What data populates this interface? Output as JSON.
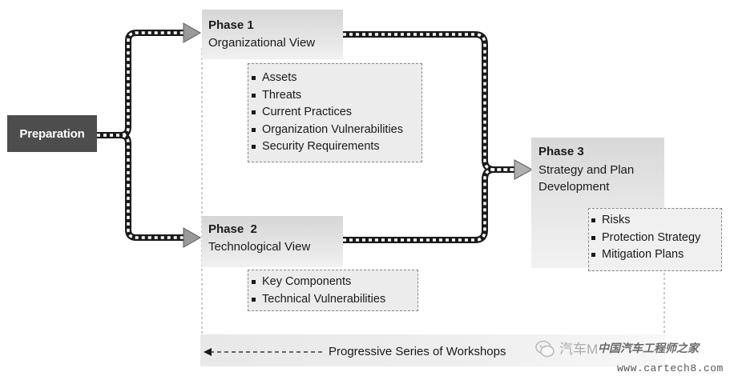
{
  "preparation": {
    "label": "Preparation"
  },
  "phase1": {
    "title": "Phase 1",
    "subtitle": "Organizational View",
    "items": [
      "Assets",
      "Threats",
      "Current Practices",
      "Organization Vulnerabilities",
      "Security Requirements"
    ]
  },
  "phase2": {
    "title": "Phase  2",
    "subtitle": "Technological View",
    "items": [
      "Key Components",
      "Technical Vulnerabilities"
    ]
  },
  "phase3": {
    "title": "Phase 3",
    "subtitle_line1": "Strategy and Plan",
    "subtitle_line2": "Development",
    "items": [
      "Risks",
      "Protection Strategy",
      "Mitigation Plans"
    ]
  },
  "workshops": {
    "label": "Progressive Series of Workshops"
  },
  "watermark": {
    "text": "汽车M",
    "overlay_text": "中国汽车工程师之家",
    "url": "www.cartech8.com"
  },
  "colors": {
    "preparation_fill": "#4d4d4d",
    "connector": "#1a1a1a",
    "arrowhead": "#9a9a9a",
    "phase_fill": "#e0e0e0",
    "list_fill": "#ececec"
  }
}
